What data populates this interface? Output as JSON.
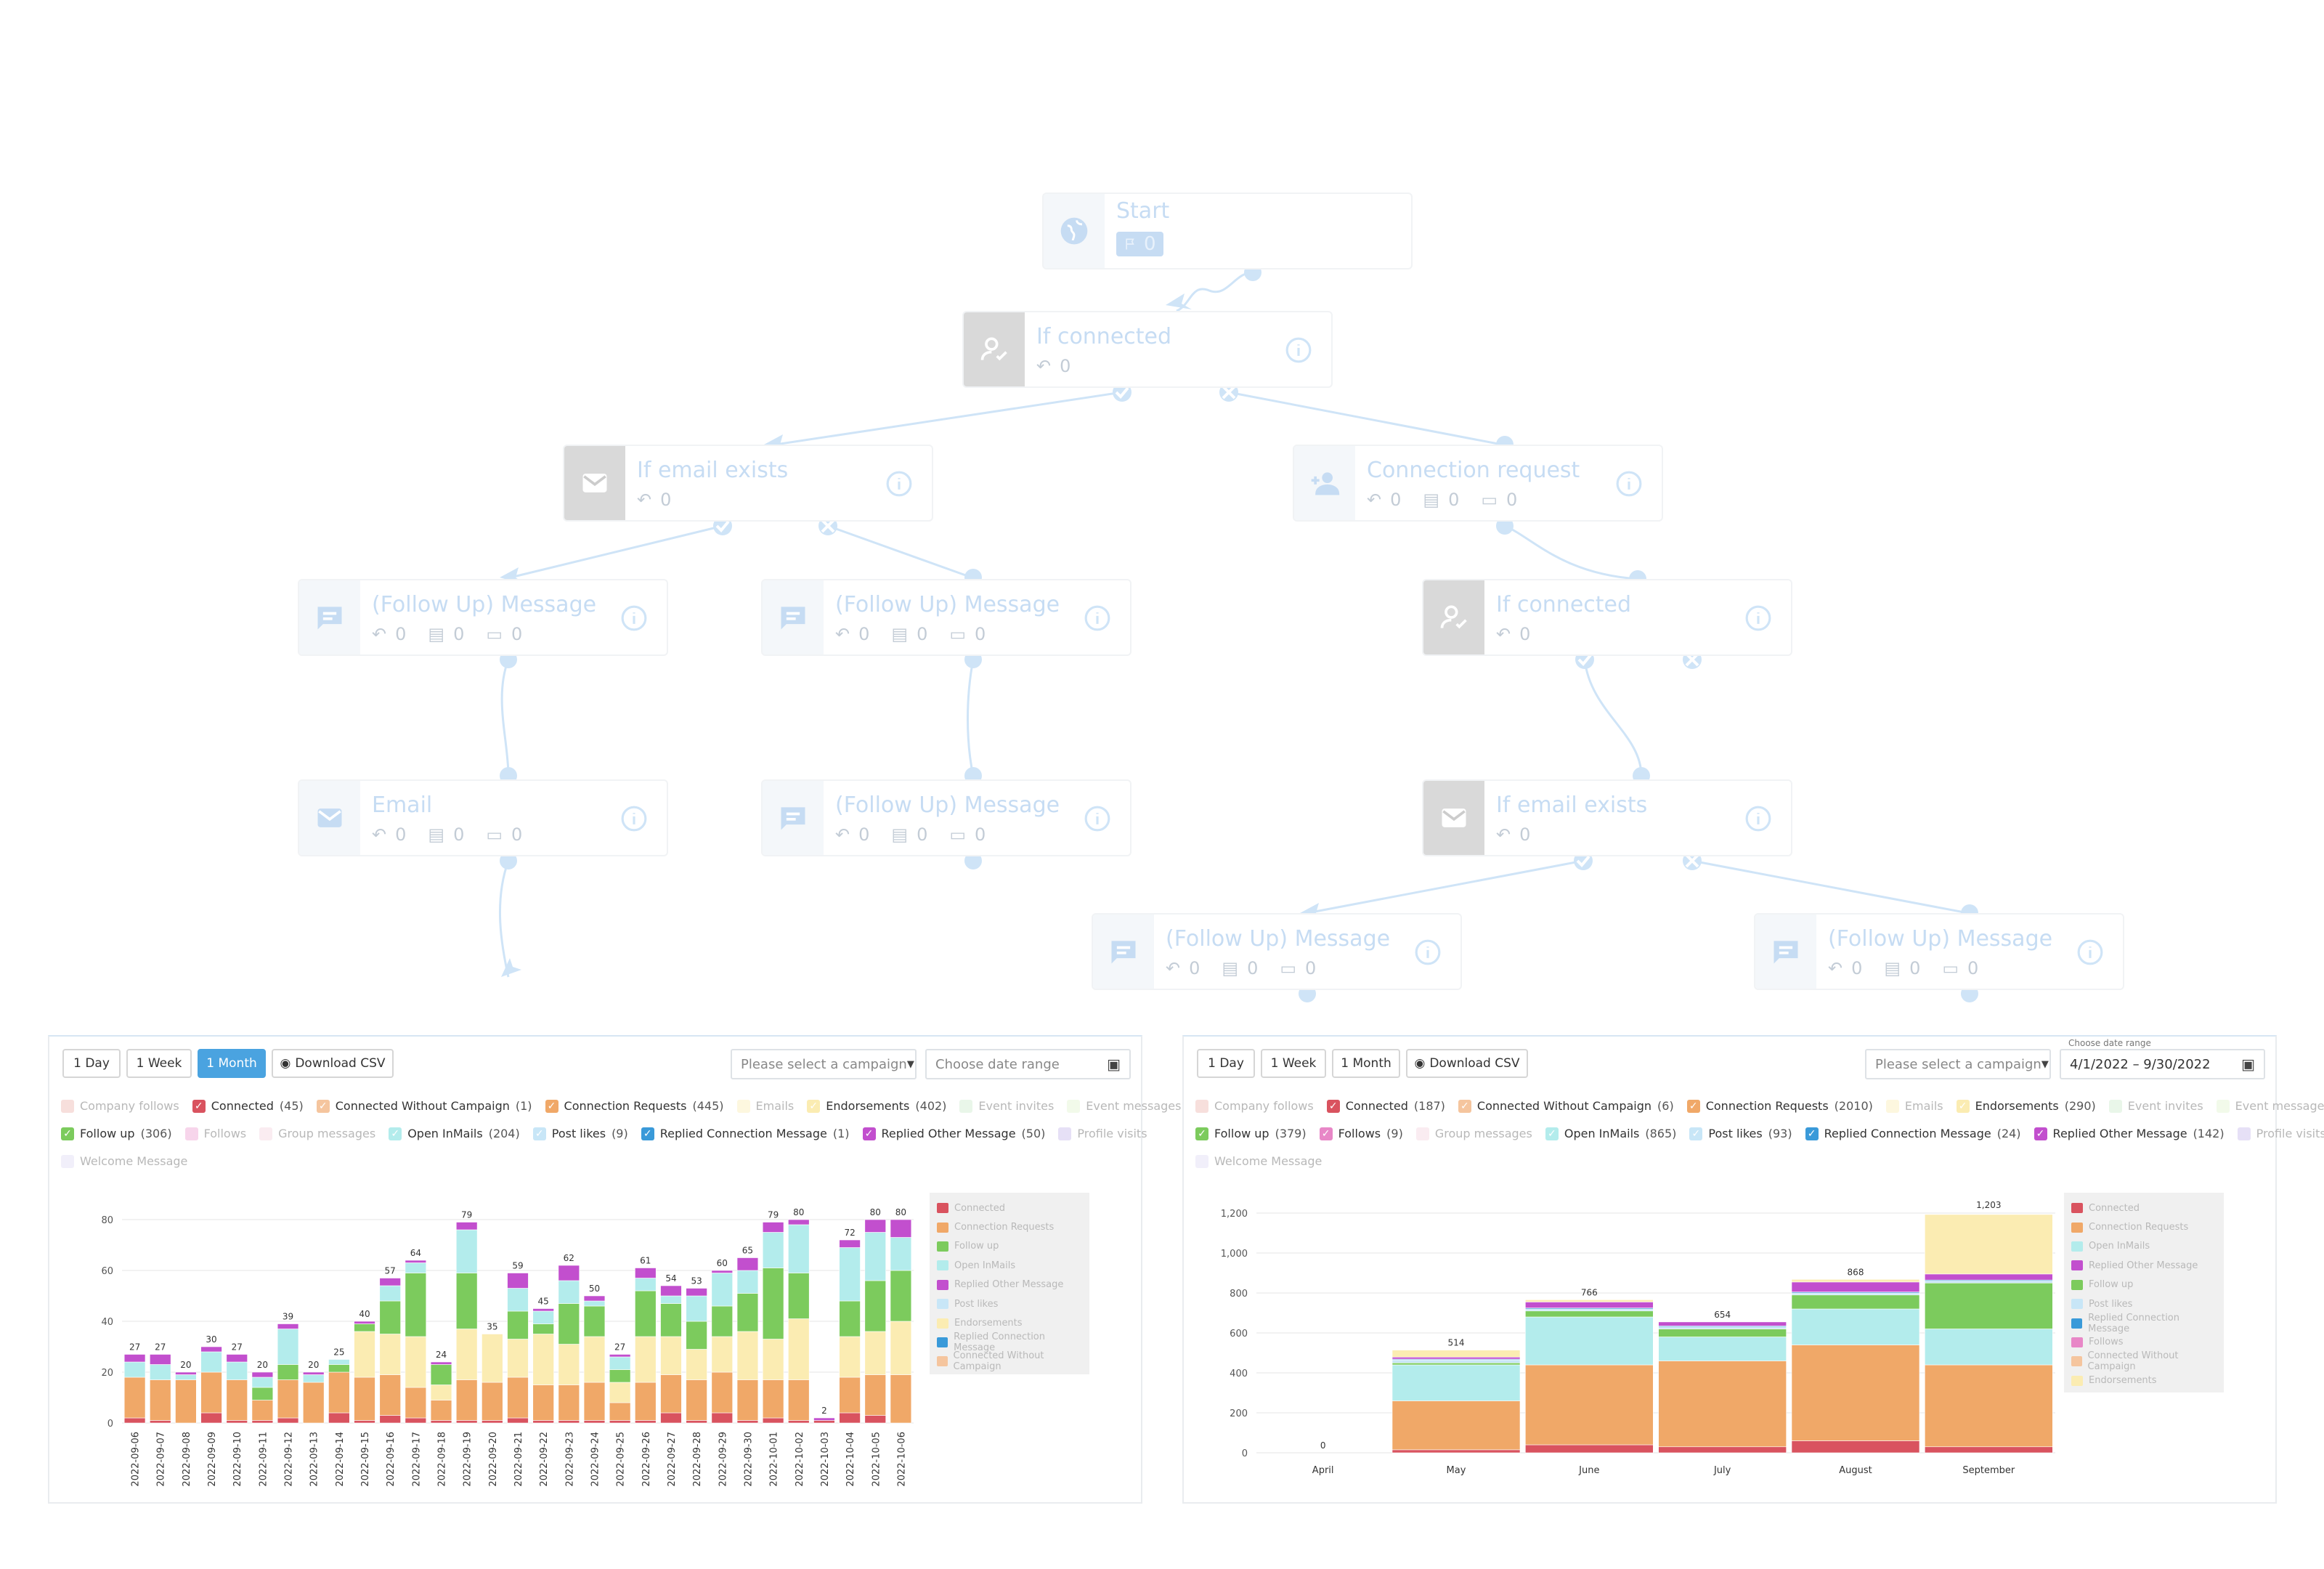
{
  "flow": {
    "start": {
      "title": "Start",
      "badge_value": "0"
    },
    "nodes": [
      {
        "title": "If connected",
        "stats": [
          "0"
        ]
      },
      {
        "title": "If email exists",
        "stats": [
          "0"
        ]
      },
      {
        "title": "Connection request",
        "stats": [
          "0",
          "0",
          "0"
        ]
      },
      {
        "title": "(Follow Up) Message",
        "stats": [
          "0",
          "0",
          "0"
        ]
      },
      {
        "title": "(Follow Up) Message",
        "stats": [
          "0",
          "0",
          "0"
        ]
      },
      {
        "title": "If connected",
        "stats": [
          "0"
        ]
      },
      {
        "title": "Email",
        "stats": [
          "0",
          "0",
          "0"
        ]
      },
      {
        "title": "(Follow Up) Message",
        "stats": [
          "0",
          "0",
          "0"
        ]
      },
      {
        "title": "If email exists",
        "stats": [
          "0"
        ]
      },
      {
        "title": "(Follow Up) Message",
        "stats": [
          "0",
          "0",
          "0"
        ]
      },
      {
        "title": "(Follow Up) Message",
        "stats": [
          "0",
          "0",
          "0"
        ]
      }
    ]
  },
  "colors": {
    "connected": "#d9535f",
    "connection_requests": "#f0a868",
    "follow_up": "#7ccb5d",
    "open_inmails": "#b3ecec",
    "replied_other": "#c24fce",
    "post_likes": "#c8e6f7",
    "endorsements": "#fbecb2",
    "replied_connection": "#3a9ad9",
    "follows": "#e887c7",
    "connected_wo_campaign": "#f5c59e",
    "company_follows": "#e8a39a",
    "emails": "#fae8a4",
    "event_invites": "#bfe6bf",
    "event_messages": "#d9f2c2",
    "group_messages": "#f2c9d6",
    "profile_visits": "#b7a6e5",
    "welcome_message": "#d6d2f2"
  },
  "panel_left": {
    "buttons": {
      "day": "1 Day",
      "week": "1 Week",
      "month": "1 Month",
      "csv": "Download CSV"
    },
    "campaign_placeholder": "Please select a campaign",
    "date_placeholder": "Choose date range",
    "legend": [
      {
        "label": "Company follows",
        "count": "",
        "on": false,
        "key": "company_follows"
      },
      {
        "label": "Connected",
        "count": "(45)",
        "on": true,
        "key": "connected"
      },
      {
        "label": "Connected Without Campaign",
        "count": "(1)",
        "on": true,
        "key": "connected_wo_campaign"
      },
      {
        "label": "Connection Requests",
        "count": "(445)",
        "on": true,
        "key": "connection_requests"
      },
      {
        "label": "Emails",
        "count": "",
        "on": false,
        "key": "emails"
      },
      {
        "label": "Endorsements",
        "count": "(402)",
        "on": true,
        "key": "endorsements"
      },
      {
        "label": "Event invites",
        "count": "",
        "on": false,
        "key": "event_invites"
      },
      {
        "label": "Event messages",
        "count": "",
        "on": false,
        "key": "event_messages"
      },
      {
        "label": "Follow up",
        "count": "(306)",
        "on": true,
        "key": "follow_up"
      },
      {
        "label": "Follows",
        "count": "",
        "on": false,
        "key": "follows"
      },
      {
        "label": "Group messages",
        "count": "",
        "on": false,
        "key": "group_messages"
      },
      {
        "label": "Open InMails",
        "count": "(204)",
        "on": true,
        "key": "open_inmails"
      },
      {
        "label": "Post likes",
        "count": "(9)",
        "on": true,
        "key": "post_likes"
      },
      {
        "label": "Replied Connection Message",
        "count": "(1)",
        "on": true,
        "key": "replied_connection"
      },
      {
        "label": "Replied Other Message",
        "count": "(50)",
        "on": true,
        "key": "replied_other"
      },
      {
        "label": "Profile visits",
        "count": "",
        "on": false,
        "key": "profile_visits"
      },
      {
        "label": "Welcome Message",
        "count": "",
        "on": false,
        "key": "welcome_message"
      }
    ],
    "side_legend": [
      "Connected",
      "Connection Requests",
      "Follow up",
      "Open InMails",
      "Replied Other Message",
      "Post likes",
      "Endorsements",
      "Replied Connection Message",
      "Connected Without Campaign"
    ]
  },
  "panel_right": {
    "buttons": {
      "day": "1 Day",
      "week": "1 Week",
      "month": "1 Month",
      "csv": "Download CSV"
    },
    "campaign_placeholder": "Please select a campaign",
    "date_label": "Choose date range",
    "date_value": "4/1/2022 – 9/30/2022",
    "legend": [
      {
        "label": "Company follows",
        "count": "",
        "on": false,
        "key": "company_follows"
      },
      {
        "label": "Connected",
        "count": "(187)",
        "on": true,
        "key": "connected"
      },
      {
        "label": "Connected Without Campaign",
        "count": "(6)",
        "on": true,
        "key": "connected_wo_campaign"
      },
      {
        "label": "Connection Requests",
        "count": "(2010)",
        "on": true,
        "key": "connection_requests"
      },
      {
        "label": "Emails",
        "count": "",
        "on": false,
        "key": "emails"
      },
      {
        "label": "Endorsements",
        "count": "(290)",
        "on": true,
        "key": "endorsements"
      },
      {
        "label": "Event invites",
        "count": "",
        "on": false,
        "key": "event_invites"
      },
      {
        "label": "Event messages",
        "count": "",
        "on": false,
        "key": "event_messages"
      },
      {
        "label": "Follow up",
        "count": "(379)",
        "on": true,
        "key": "follow_up"
      },
      {
        "label": "Follows",
        "count": "(9)",
        "on": true,
        "key": "follows"
      },
      {
        "label": "Group messages",
        "count": "",
        "on": false,
        "key": "group_messages"
      },
      {
        "label": "Open InMails",
        "count": "(865)",
        "on": true,
        "key": "open_inmails"
      },
      {
        "label": "Post likes",
        "count": "(93)",
        "on": true,
        "key": "post_likes"
      },
      {
        "label": "Replied Connection Message",
        "count": "(24)",
        "on": true,
        "key": "replied_connection"
      },
      {
        "label": "Replied Other Message",
        "count": "(142)",
        "on": true,
        "key": "replied_other"
      },
      {
        "label": "Profile visits",
        "count": "",
        "on": false,
        "key": "profile_visits"
      },
      {
        "label": "Welcome Message",
        "count": "",
        "on": false,
        "key": "welcome_message"
      }
    ],
    "side_legend": [
      "Connected",
      "Connection Requests",
      "Open InMails",
      "Replied Other Message",
      "Follow up",
      "Post likes",
      "Replied Connection Message",
      "Follows",
      "Connected Without Campaign",
      "Endorsements"
    ]
  },
  "chart_data": [
    {
      "type": "bar",
      "stacked": true,
      "categories": [
        "2022-09-06",
        "2022-09-07",
        "2022-09-08",
        "2022-09-09",
        "2022-09-10",
        "2022-09-11",
        "2022-09-12",
        "2022-09-13",
        "2022-09-14",
        "2022-09-15",
        "2022-09-16",
        "2022-09-17",
        "2022-09-18",
        "2022-09-19",
        "2022-09-20",
        "2022-09-21",
        "2022-09-22",
        "2022-09-23",
        "2022-09-24",
        "2022-09-25",
        "2022-09-26",
        "2022-09-27",
        "2022-09-28",
        "2022-09-29",
        "2022-09-30",
        "2022-10-01",
        "2022-10-02",
        "2022-10-03",
        "2022-10-04",
        "2022-10-05",
        "2022-10-06"
      ],
      "totals": [
        27,
        27,
        20,
        30,
        27,
        20,
        39,
        20,
        25,
        40,
        57,
        64,
        24,
        79,
        35,
        59,
        45,
        62,
        50,
        27,
        61,
        54,
        53,
        60,
        65,
        79,
        80,
        2,
        72,
        80,
        80
      ],
      "ylim": [
        0,
        80
      ],
      "yticks": [
        0,
        20,
        40,
        60,
        80
      ],
      "grid": true,
      "legend_position": "right",
      "series": [
        {
          "name": "Connected",
          "color_key": "connected",
          "values": [
            2,
            1,
            0,
            4,
            1,
            1,
            2,
            0,
            4,
            1,
            3,
            2,
            1,
            1,
            1,
            2,
            1,
            1,
            1,
            1,
            1,
            4,
            1,
            4,
            1,
            2,
            1,
            1,
            4,
            3,
            0
          ]
        },
        {
          "name": "Connection Requests",
          "color_key": "connection_requests",
          "values": [
            16,
            16,
            17,
            16,
            16,
            8,
            15,
            16,
            16,
            17,
            16,
            12,
            8,
            16,
            15,
            16,
            14,
            14,
            15,
            7,
            15,
            15,
            16,
            16,
            16,
            15,
            16,
            0,
            14,
            16,
            19
          ]
        },
        {
          "name": "Endorsements",
          "color_key": "endorsements",
          "values": [
            0,
            0,
            0,
            0,
            0,
            0,
            0,
            0,
            0,
            18,
            16,
            20,
            6,
            20,
            19,
            15,
            20,
            16,
            18,
            8,
            18,
            15,
            12,
            14,
            19,
            16,
            24,
            0,
            16,
            17,
            21
          ]
        },
        {
          "name": "Follow up",
          "color_key": "follow_up",
          "values": [
            0,
            0,
            0,
            0,
            0,
            5,
            6,
            0,
            3,
            3,
            13,
            25,
            8,
            22,
            0,
            11,
            4,
            16,
            12,
            5,
            18,
            13,
            11,
            12,
            15,
            28,
            18,
            0,
            14,
            20,
            20
          ]
        },
        {
          "name": "Open InMails",
          "color_key": "open_inmails",
          "values": [
            6,
            6,
            2,
            8,
            7,
            4,
            14,
            3,
            2,
            0,
            6,
            4,
            0,
            17,
            0,
            9,
            5,
            9,
            2,
            5,
            5,
            3,
            10,
            13,
            9,
            14,
            19,
            0,
            21,
            19,
            13
          ]
        },
        {
          "name": "Post likes",
          "color_key": "post_likes",
          "values": [
            0,
            0,
            0,
            0,
            0,
            0,
            0,
            0,
            0,
            0,
            0,
            0,
            0,
            0,
            0,
            0,
            0,
            0,
            0,
            0,
            0,
            0,
            0,
            0,
            0,
            0,
            0,
            0,
            0,
            0,
            0
          ]
        },
        {
          "name": "Replied Other Message",
          "color_key": "replied_other",
          "values": [
            3,
            4,
            1,
            2,
            3,
            2,
            2,
            1,
            0,
            1,
            3,
            1,
            1,
            3,
            0,
            6,
            1,
            6,
            2,
            1,
            4,
            4,
            3,
            1,
            5,
            4,
            2,
            1,
            3,
            5,
            7
          ]
        }
      ]
    },
    {
      "type": "bar",
      "stacked": true,
      "categories": [
        "April",
        "May",
        "June",
        "July",
        "August",
        "September"
      ],
      "totals": [
        0,
        514,
        766,
        654,
        868,
        1203
      ],
      "ylim": [
        0,
        1200
      ],
      "yticks": [
        0,
        200,
        400,
        600,
        800,
        1000,
        1200
      ],
      "grid": true,
      "legend_position": "right",
      "series": [
        {
          "name": "Connected",
          "color_key": "connected",
          "values": [
            0,
            15,
            40,
            30,
            60,
            30
          ]
        },
        {
          "name": "Connected Without Campaign",
          "color_key": "connected_wo_campaign",
          "values": [
            0,
            0,
            0,
            0,
            0,
            0
          ]
        },
        {
          "name": "Connection Requests",
          "color_key": "connection_requests",
          "values": [
            0,
            245,
            400,
            430,
            480,
            410
          ]
        },
        {
          "name": "Open InMails",
          "color_key": "open_inmails",
          "values": [
            0,
            180,
            240,
            120,
            180,
            180
          ]
        },
        {
          "name": "Follow up",
          "color_key": "follow_up",
          "values": [
            0,
            10,
            30,
            40,
            70,
            230
          ]
        },
        {
          "name": "Follows",
          "color_key": "follows",
          "values": [
            0,
            0,
            0,
            0,
            0,
            0
          ]
        },
        {
          "name": "Post likes",
          "color_key": "post_likes",
          "values": [
            0,
            15,
            10,
            10,
            10,
            10
          ]
        },
        {
          "name": "Replied Connection Message",
          "color_key": "replied_connection",
          "values": [
            0,
            4,
            5,
            5,
            5,
            5
          ]
        },
        {
          "name": "Replied Other Message",
          "color_key": "replied_other",
          "values": [
            0,
            10,
            30,
            20,
            50,
            30
          ]
        },
        {
          "name": "Endorsements",
          "color_key": "endorsements",
          "values": [
            0,
            35,
            11,
            0,
            13,
            298
          ]
        }
      ]
    }
  ]
}
